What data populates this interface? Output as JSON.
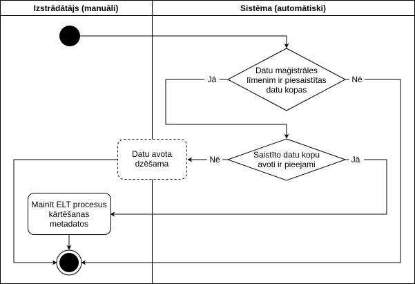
{
  "lanes": {
    "developer_title": "Izstrādātājs (manuāli)",
    "system_title": "Sistēma (automātiski)"
  },
  "nodes": {
    "decision1": [
      "Datu maģistrāles",
      "līmenim ir piesaistītas",
      "datu kopas"
    ],
    "decision2": [
      "Saistīto datu kopu",
      "avoti ir pieejami"
    ],
    "delete_source": [
      "Datu avota",
      "dzēšama"
    ],
    "change_elt": [
      "Mainīt ELT procesus",
      "kārtēšanas",
      "metadatos"
    ]
  },
  "edges": {
    "d1_yes": "Jā",
    "d1_no": "Nē",
    "d2_no": "Nē",
    "d2_yes": "Jā"
  },
  "colors": {
    "stroke": "#000000",
    "fill": "#ffffff"
  }
}
